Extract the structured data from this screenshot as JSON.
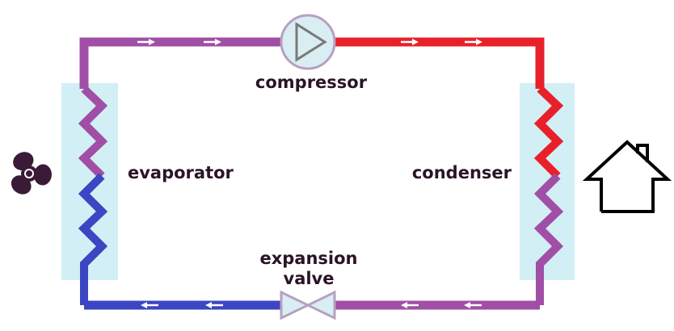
{
  "diagram": {
    "labels": {
      "compressor": "compressor",
      "evaporator": "evaporator",
      "condenser": "condenser",
      "expansion_line1": "expansion",
      "expansion_line2": "valve"
    },
    "colors": {
      "hot": "#e8202a",
      "warm": "#a04ea6",
      "cold": "#3b46c2",
      "exchanger_panel": "#d2eff5",
      "component_fill": "#d8eef3",
      "component_stroke": "#b8a0c0",
      "icon_dark": "#3a1a36",
      "arrow": "#ffffff"
    },
    "icons": {
      "fan": "fan-icon",
      "house": "house-icon"
    }
  }
}
